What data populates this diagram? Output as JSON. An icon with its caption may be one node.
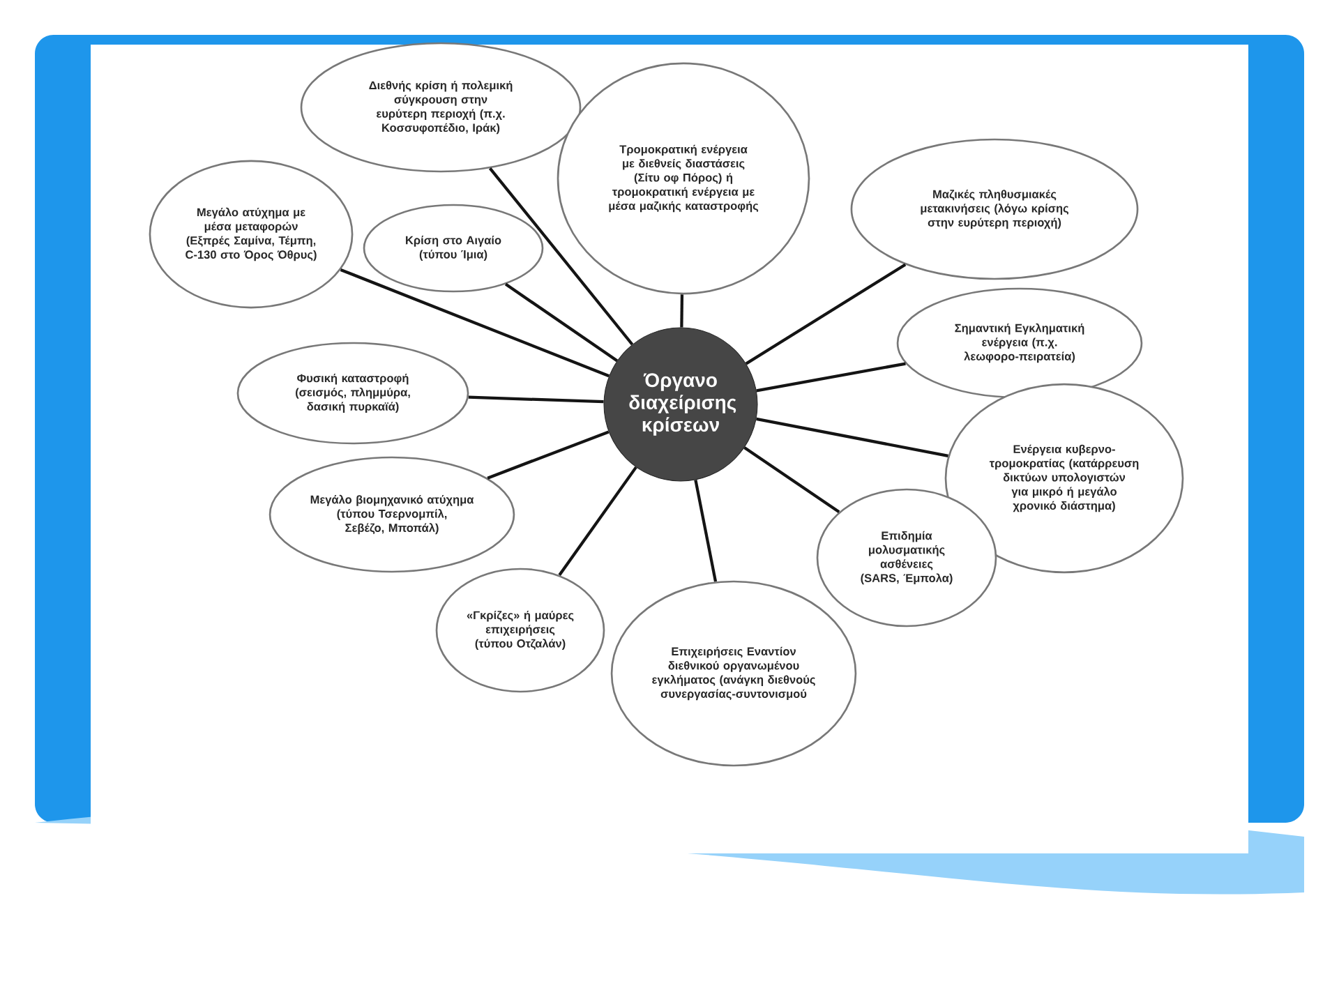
{
  "diagram": {
    "nodes": [
      {
        "text": [
          "Όργανο διαχείρισης κρίσεων"
        ]
      },
      {
        "text": [
          "Διεθνής κρίση ή πολεμική σύγκρουση στην ευρύτερη περιοχή (π.χ. Κοσσυφοπέδιο, Ιράκ)"
        ]
      },
      {
        "text": [
          "Τρομοκρατική ενέργεια με διεθνείς διαστάσεις (Σίτυ οφ Πόρος) ή τρομοκρατική ενέργεια με μέσα μαζικής καταστροφής"
        ]
      },
      {
        "text": [
          "Μεγάλο ατύχημα με μέσα μεταφορών (Εξπρές Σαμίνα, Τέμπη, C-130 στο Όρος Όθρυς)"
        ]
      },
      {
        "text": [
          "Κρίση στο Αιγαίο (τύπου Ίμια)"
        ]
      },
      {
        "text": [
          "Μαζικές πληθυσμιακές μετακινήσεις (λόγω κρίσης στην ευρύτερη περιοχή)"
        ]
      },
      {
        "text": [
          "Σημαντική Εγκληματική ενέργεια (π.χ. λεωφορο-πειρατεία)"
        ]
      },
      {
        "text": [
          "Φυσική καταστροφή (σεισμός, πλημμύρα, δασική πυρκαϊά)"
        ]
      },
      {
        "text": [
          "Ενέργεια κυβερνο-τρομοκρατίας (κατάρρευση δικτύων υπολογιστών για μικρό ή μεγάλο χρονικό διάστημα)"
        ]
      },
      {
        "text": [
          "Μεγάλο βιομηχανικό ατύχημα (τύπου Τσερνομπίλ, Σεβέζο, Μποπάλ)"
        ]
      },
      {
        "text": [
          "«Γκρίζες» ή μαύρες επιχειρήσεις (τύπου Οτζαλάν)"
        ]
      },
      {
        "text": [
          "Επιδημία μολυσματικής ασθένειες (SARS, Έμπολα)"
        ]
      },
      {
        "text": [
          "Επιχειρήσεις Εναντίον διεθνικού οργανωμένου εγκλήματος (ανάγκη διεθνούς συνεργασίας-συντονισμού"
        ]
      }
    ],
    "edges": [
      {
        "from": 0,
        "to": 1,
        "arrow": "none"
      },
      {
        "from": 0,
        "to": 2,
        "arrow": "none"
      },
      {
        "from": 0,
        "to": 3,
        "arrow": "none"
      },
      {
        "from": 0,
        "to": 4,
        "arrow": "none"
      },
      {
        "from": 0,
        "to": 5,
        "arrow": "none"
      },
      {
        "from": 0,
        "to": 6,
        "arrow": "none"
      },
      {
        "from": 0,
        "to": 7,
        "arrow": "none"
      },
      {
        "from": 0,
        "to": 8,
        "arrow": "none"
      },
      {
        "from": 0,
        "to": 9,
        "arrow": "none"
      },
      {
        "from": 0,
        "to": 10,
        "arrow": "none"
      },
      {
        "from": 0,
        "to": 11,
        "arrow": "none"
      },
      {
        "from": 0,
        "to": 12,
        "arrow": "none"
      }
    ]
  }
}
